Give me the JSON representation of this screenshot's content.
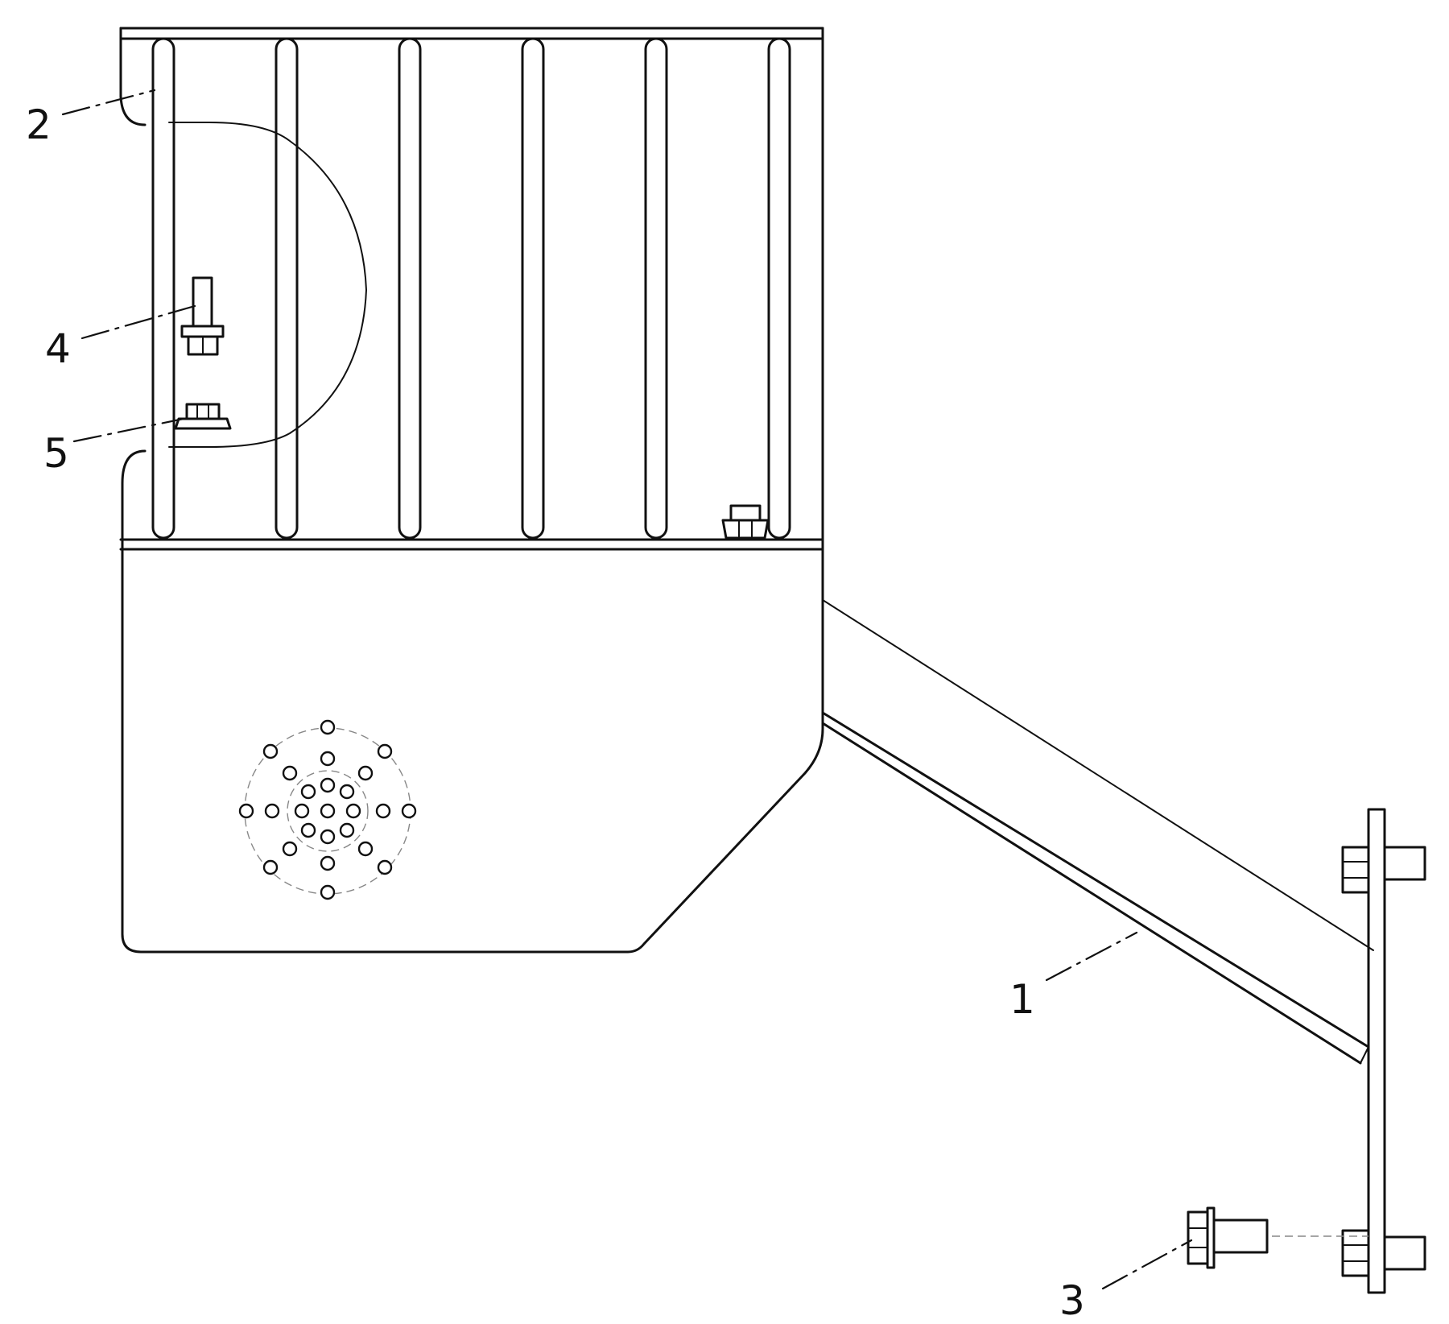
{
  "colors": {
    "line": "#111111",
    "background": "#ffffff"
  },
  "callouts": {
    "part_1": "1",
    "part_2": "2",
    "part_3": "3",
    "part_4": "4",
    "part_5": "5"
  }
}
